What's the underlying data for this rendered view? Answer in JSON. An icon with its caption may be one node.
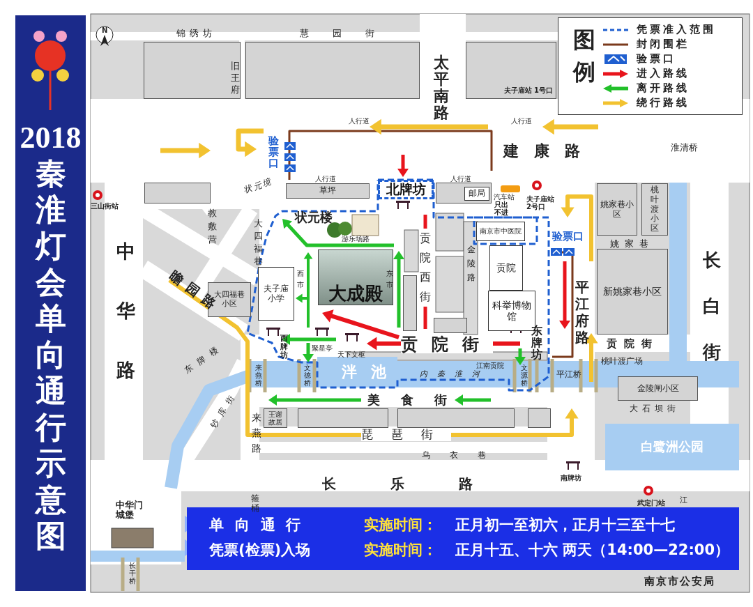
{
  "diagram": {
    "title": "2018秦淮灯会单向通行示意图",
    "nodes": [
      {
        "text": [],
        "shape": "box"
      },
      {
        "text": [],
        "shape": "box"
      },
      {
        "text": [
          "夫子庙站 1号口"
        ]
      },
      {
        "text": [],
        "shape": "box"
      },
      {
        "text": [
          "草坪"
        ]
      },
      {
        "text": [
          "北牌坊"
        ]
      },
      {
        "text": [],
        "shape": "box"
      },
      {
        "text": [
          "邮局"
        ],
        "in": 6
      },
      {
        "text": [
          "南京市中医院"
        ]
      },
      {
        "text": [
          "大四福巷小区"
        ]
      },
      {
        "text": [
          "夫子庙小学"
        ]
      },
      {
        "text": [
          "大成殿"
        ]
      },
      {
        "text": [],
        "shape": "box"
      },
      {
        "text": [
          "贡院"
        ]
      },
      {
        "text": [
          "科举博物馆"
        ]
      },
      {
        "text": [],
        "shape": "box"
      },
      {
        "text": [
          "姚家巷小区"
        ]
      },
      {
        "text": [
          "桃叶渡小区"
        ]
      },
      {
        "text": [
          "新姚家巷小区"
        ]
      },
      {
        "text": [
          "金陵闸小区"
        ]
      },
      {
        "text": [
          "王谢故居"
        ]
      },
      {
        "text": [],
        "shape": "box"
      },
      {
        "text": [],
        "shape": "box"
      },
      {
        "text": [],
        "shape": "box"
      },
      {
        "text": [
          "白鹭洲公园"
        ]
      },
      {
        "text": [
          "单向通行",
          "实施时间：",
          "正月初一至初六，正月十三至十七",
          "凭票(检票)入场",
          "实施时间：",
          "正月十五、十六 两天（14:00—22:00）"
        ]
      }
    ],
    "labels": [
      "N",
      "锦绣坊",
      "慧园街",
      "旧王府",
      "太平南路",
      "人行道",
      "人行道",
      "建康路",
      "淮清桥",
      "验票口",
      "人行道",
      "人行道",
      "状元楼",
      "汽车站",
      "夫子庙站 2号口",
      "只出不进",
      "三山街站",
      "中华路",
      "状元境",
      "教敷营",
      "大四福巷",
      "瞻园路",
      "游乐场路",
      "西市",
      "东市",
      "贡院西街",
      "金陵路",
      "验票口",
      "平江府路",
      "姚家巷",
      "长白街",
      "贡院街",
      "贡院街",
      "桃叶渡广场",
      "西牌坊",
      "聚星亭",
      "天下文枢",
      "东牌坊",
      "泮池",
      "江南贡院",
      "内秦淮河",
      "文德桥",
      "文源桥",
      "来燕桥",
      "东牌楼",
      "钞库街",
      "来燕路",
      "美食街",
      "琵琶街",
      "平江桥",
      "大石坝街",
      "乌衣巷",
      "长乐路",
      "南牌坊",
      "箍桶",
      "中华门城堡",
      "长干桥",
      "武定门站",
      "江",
      "南京市公安局",
      "图例"
    ],
    "legend": [
      {
        "text": "凭票准入范围"
      },
      {
        "text": "封闭围栏"
      },
      {
        "text": "验票口"
      },
      {
        "text": "进入路线"
      },
      {
        "text": "离开路线"
      },
      {
        "text": "绕行路线"
      }
    ]
  }
}
